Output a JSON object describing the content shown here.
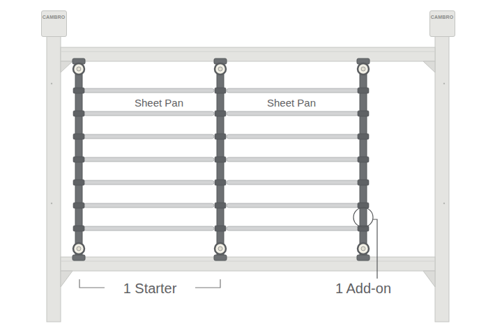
{
  "diagram": {
    "nodes": [
      {
        "text": [
          "CAMBRO"
        ]
      },
      {
        "text": [
          "CAMBRO"
        ]
      }
    ],
    "labels": [
      "Sheet Pan",
      "Sheet Pan",
      "1 Starter",
      "1 Add-on"
    ]
  }
}
